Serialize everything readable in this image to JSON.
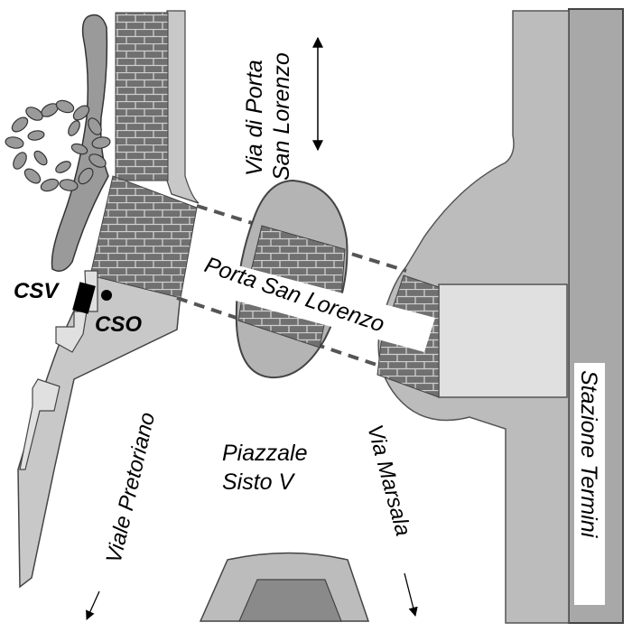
{
  "labels": {
    "via_porta_line1": "Via di Porta",
    "via_porta_line2": "San Lorenzo",
    "porta_san_lorenzo": "Porta San Lorenzo",
    "csv": "CSV",
    "cso": "CSO",
    "viale_pretoriano": "Viale Pretoriano",
    "piazzale_line1": "Piazzale",
    "piazzale_line2": "Sisto V",
    "via_marsala": "Via Marsala",
    "stazione_termini": "Stazione Termini"
  },
  "colors": {
    "road": "#c8c8c8",
    "block": "#b4b4b4",
    "wall": "#6e6e6e",
    "building": "#e0e0e0",
    "station_track": "#a8a8a8",
    "outline": "#3c3c3c"
  },
  "icons": {
    "cso_marker": "dot",
    "csv_marker": "rectangle",
    "direction_arrows": "double-arrow",
    "tree": "tree"
  }
}
